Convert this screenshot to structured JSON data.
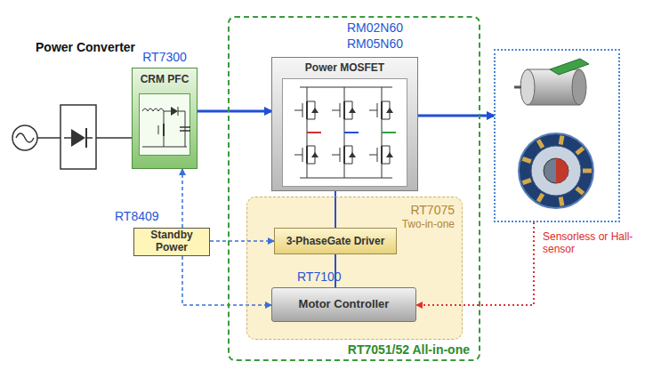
{
  "diagram": {
    "title": "Power Converter",
    "nodes": [
      {
        "text": [
          "CRM PFC",
          "RT7300"
        ]
      },
      {
        "text": [
          "RT7051/52 All-in-one"
        ]
      },
      {
        "text": [
          "Power MOSFET",
          "RM02N60",
          "RM05N60"
        ],
        "in": 1
      },
      {
        "text": [
          "RT7075",
          "Two-in-one"
        ],
        "in": 1
      },
      {
        "text": [
          "3-PhaseGate Driver"
        ],
        "in": 3
      },
      {
        "text": [
          "Motor Controller",
          "RT7100"
        ],
        "in": 3
      },
      {
        "text": [
          "Standby Power",
          "RT8409"
        ]
      },
      {
        "text": [
          "Sensorless or Hall-sensor"
        ]
      }
    ],
    "edges": [
      {
        "from": 0,
        "to": 2,
        "arrow": "to"
      },
      {
        "from": 2,
        "to": 7,
        "arrow": "to"
      },
      {
        "from": 2,
        "to": 4,
        "arrow": "none"
      },
      {
        "from": 4,
        "to": 5,
        "arrow": "none"
      },
      {
        "from": 6,
        "to": 0,
        "arrow": "to"
      },
      {
        "from": 6,
        "to": 4,
        "arrow": "to"
      },
      {
        "from": 6,
        "to": 5,
        "arrow": "to"
      },
      {
        "from": 7,
        "to": 5,
        "arrow": "to"
      }
    ]
  }
}
